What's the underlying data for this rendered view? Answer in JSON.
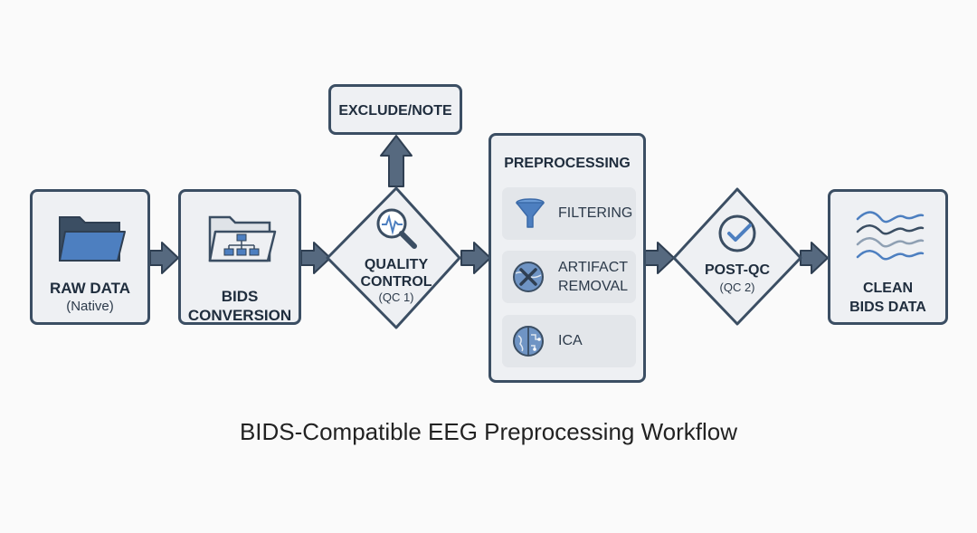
{
  "title": "BIDS-Compatible EEG Preprocessing Workflow",
  "nodes": {
    "raw_data": {
      "label": "RAW DATA",
      "sublabel": "(Native)",
      "icon": "folder-icon"
    },
    "bids_conversion": {
      "label_line1": "BIDS",
      "label_line2": "CONVERSION",
      "icon": "folder-hierarchy-icon"
    },
    "quality_control": {
      "label_line1": "QUALITY",
      "label_line2": "CONTROL",
      "sublabel": "(QC 1)",
      "icon": "magnifier-waveform-icon"
    },
    "exclude_note": {
      "label": "EXCLUDE/NOTE"
    },
    "preprocessing": {
      "label": "PREPROCESSING",
      "steps": [
        {
          "label_line1": "FILTERING",
          "label_line2": "",
          "icon": "funnel-icon"
        },
        {
          "label_line1": "ARTIFACT",
          "label_line2": "REMOVAL",
          "icon": "head-cross-icon"
        },
        {
          "label_line1": "ICA",
          "label_line2": "",
          "icon": "brain-circuit-icon"
        }
      ]
    },
    "post_qc": {
      "label": "POST-QC",
      "sublabel": "(QC 2)",
      "icon": "check-circle-icon"
    },
    "clean_data": {
      "label_line1": "CLEAN",
      "label_line2": "BIDS DATA",
      "icon": "waves-icon"
    }
  },
  "colors": {
    "border": "#3b4e63",
    "box_fill": "#eef0f3",
    "step_fill": "#e3e6ea",
    "accent_blue": "#4d7fc0",
    "arrow": "#56697f"
  }
}
